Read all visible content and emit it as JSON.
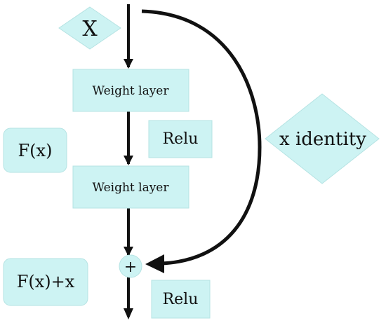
{
  "diagram": {
    "input_label": "X",
    "weight_layer_1": "Weight layer",
    "weight_layer_2": "Weight layer",
    "relu_1": "Relu",
    "relu_2": "Relu",
    "fx_label": "F(x)",
    "fx_plus_x_label": "F(x)+x",
    "identity_label": "x identity",
    "sum_symbol": "+"
  },
  "colors": {
    "box_fill": "#cdf3f3",
    "box_stroke": "#b5e3e3",
    "arrow": "#111111",
    "text": "#111111",
    "background": "#ffffff"
  }
}
